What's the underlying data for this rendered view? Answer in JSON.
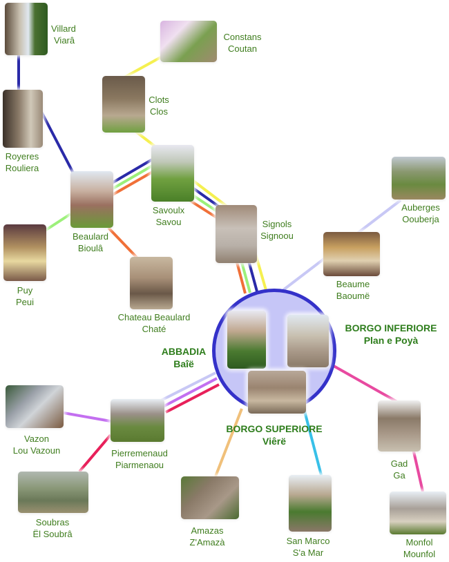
{
  "places": {
    "villard": {
      "name": "Villard",
      "local": "Viarâ"
    },
    "constans": {
      "name": "Constans",
      "local": "Coutan"
    },
    "clots": {
      "name": "Clots",
      "local": "Clos"
    },
    "royeres": {
      "name": "Royeres",
      "local": "Rouliera"
    },
    "savoulx": {
      "name": "Savoulx",
      "local": "Savou"
    },
    "beaulard": {
      "name": "Beaulard",
      "local": "Bioulâ"
    },
    "signols": {
      "name": "Signols",
      "local": "Signoou"
    },
    "auberges": {
      "name": "Auberges",
      "local": "Oouberja"
    },
    "puy": {
      "name": "Puy",
      "local": "Peui"
    },
    "beaume": {
      "name": "Beaume",
      "local": "Baoumë"
    },
    "chateau": {
      "name": "Chateau Beaulard",
      "local": "Chaté"
    },
    "vazon": {
      "name": "Vazon",
      "local": "Lou Vazoun"
    },
    "pierremenaud": {
      "name": "Pierremenaud",
      "local": "Piarmenaou"
    },
    "soubras": {
      "name": "Soubras",
      "local": "Ël Soubrâ"
    },
    "amazas": {
      "name": "Amazas",
      "local": "Z'Amazà"
    },
    "sanmarco": {
      "name": "San Marco",
      "local": "S'a Mar"
    },
    "gad": {
      "name": "Gad",
      "local": "Ga"
    },
    "monfol": {
      "name": "Monfol",
      "local": "Mounfol"
    }
  },
  "hub": {
    "abbadia": {
      "name": "ABBADIA",
      "local": "Baîë"
    },
    "borgo_inferiore": {
      "name": "BORGO INFERIORE",
      "local": "Plan e Poyà"
    },
    "borgo_superiore": {
      "name": "BORGO SUPERIORE",
      "local": "Viêrë"
    }
  },
  "colors": {
    "navy": "#2a2aa8",
    "yellow": "#f5f050",
    "green": "#9cf07a",
    "orange": "#f07038",
    "lavender": "#c8c8f5",
    "purple": "#c36ff0",
    "crimson": "#e8205a",
    "pink": "#e84aa0",
    "tan": "#f0c07a",
    "cyan": "#38c0e8",
    "hub_fill": "#c6c6f7",
    "hub_border": "#3431c9",
    "label": "#3f7d1e"
  }
}
